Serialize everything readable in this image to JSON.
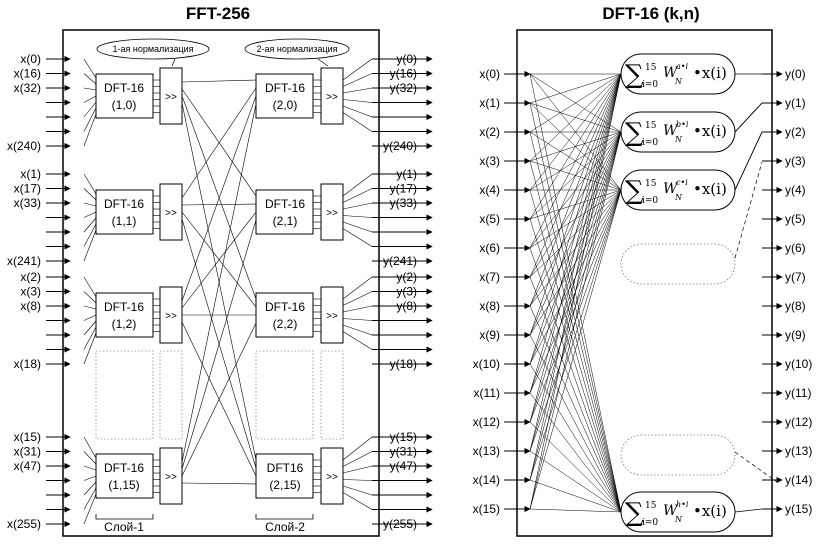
{
  "fft": {
    "title": "FFT-256",
    "norm1_label": "1-ая нормализация",
    "norm2_label": "2-ая нормализация",
    "layer1_label": "Слой-1",
    "layer2_label": "Слой-2",
    "shift_label": ">>",
    "groups": [
      {
        "inputs": [
          "x(0)",
          "x(16)",
          "x(32)",
          "x(240)"
        ],
        "outputs": [
          "y(0)",
          "y(16)",
          "y(32)",
          "y(240)"
        ],
        "b1": [
          "DFT-16",
          "(1,0)"
        ],
        "b2": [
          "DFT-16",
          "(2,0)"
        ]
      },
      {
        "inputs": [
          "x(1)",
          "x(17)",
          "x(33)",
          "x(241)"
        ],
        "outputs": [
          "y(1)",
          "y(17)",
          "y(33)",
          "y(241)"
        ],
        "b1": [
          "DFT-16",
          "(1,1)"
        ],
        "b2": [
          "DFT-16",
          "(2,1)"
        ]
      },
      {
        "inputs": [
          "x(2)",
          "x(3)",
          "x(8)",
          "x(18)"
        ],
        "outputs": [
          "y(2)",
          "y(3)",
          "y(8)",
          "y(18)"
        ],
        "b1": [
          "DFT-16",
          "(1,2)"
        ],
        "b2": [
          "DFT-16",
          "(2,2)"
        ]
      },
      {
        "inputs": [
          "x(15)",
          "x(31)",
          "x(47)",
          "x(255)"
        ],
        "outputs": [
          "y(15)",
          "y(31)",
          "y(47)",
          "y(255)"
        ],
        "b1": [
          "DFT-16",
          "(1,15)"
        ],
        "b2": [
          "DFT16",
          "(2,15)"
        ]
      }
    ]
  },
  "dft": {
    "title": "DFT-16 (k,n)",
    "inputs": [
      "x(0)",
      "x(1)",
      "x(2)",
      "x(3)",
      "x(4)",
      "x(5)",
      "x(6)",
      "x(7)",
      "x(8)",
      "x(9)",
      "x(10)",
      "x(11)",
      "x(12)",
      "x(13)",
      "x(14)",
      "x(15)"
    ],
    "outputs": [
      "y(0)",
      "y(1)",
      "y(2)",
      "y(3)",
      "y(4)",
      "y(5)",
      "y(6)",
      "y(7)",
      "y(8)",
      "y(9)",
      "y(10)",
      "y(11)",
      "y(12)",
      "y(13)",
      "y(14)",
      "y(15)"
    ],
    "sum_symbol": "∑",
    "sum_upper": "15",
    "sum_lower": "i=0",
    "sum_base": "W",
    "sum_base_sub": "N",
    "sum_body": "•x(i)",
    "exponents": [
      "a•i",
      "b•i",
      "c•i",
      "h•i"
    ]
  }
}
